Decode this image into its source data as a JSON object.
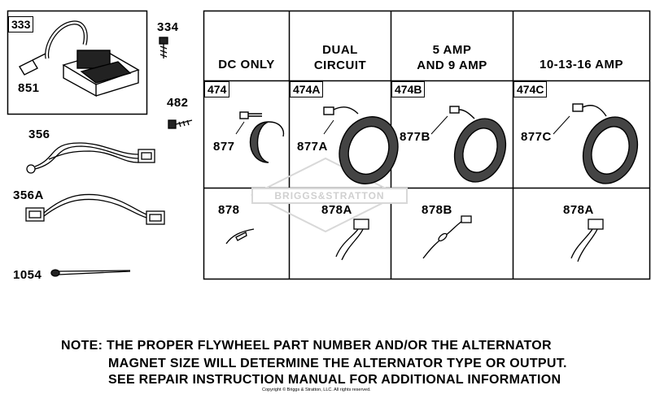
{
  "left_parts": {
    "ignition_box_label": "333",
    "p851": "851",
    "p334": "334",
    "p482": "482",
    "p356": "356",
    "p356a": "356A",
    "p1054": "1054"
  },
  "columns": [
    {
      "header": "DC ONLY",
      "stator_box": "474",
      "stator_label": "877",
      "lead_label": "878"
    },
    {
      "header": "DUAL\nCIRCUIT",
      "stator_box": "474A",
      "stator_label": "877A",
      "lead_label": "878A"
    },
    {
      "header": "5 AMP\nAND 9 AMP",
      "stator_box": "474B",
      "stator_label": "877B",
      "lead_label": "878B"
    },
    {
      "header": "10-13-16 AMP",
      "stator_box": "474C",
      "stator_label": "877C",
      "lead_label": "878A"
    }
  ],
  "watermark": "BRIGGS&STRATTON",
  "note": {
    "line1": "NOTE:  THE PROPER FLYWHEEL PART NUMBER AND/OR THE ALTERNATOR",
    "line2": "MAGNET SIZE WILL DETERMINE THE ALTERNATOR TYPE OR OUTPUT.",
    "line3": "SEE REPAIR INSTRUCTION MANUAL FOR ADDITIONAL INFORMATION"
  },
  "copyright": "Copyright © Briggs & Stratton, LLC. All rights reserved."
}
